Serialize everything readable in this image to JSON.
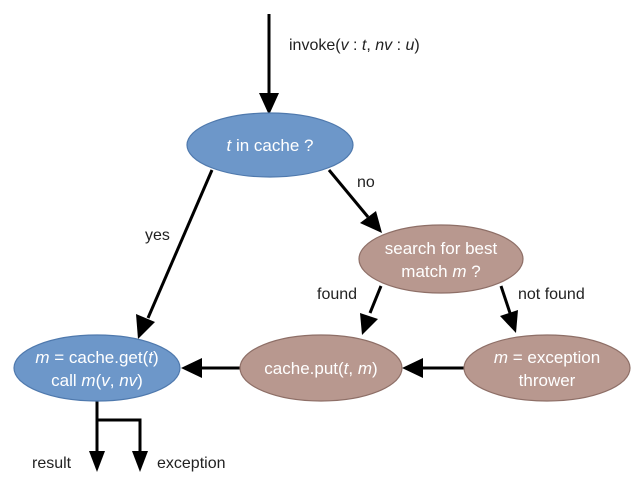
{
  "colors": {
    "decision_blue": "#6d97c9",
    "action_brown": "#b8988f",
    "edge": "#000000",
    "label_text": "#222222",
    "node_text": "#ffffff"
  },
  "entry_label": [
    "invoke(",
    "v",
    " : ",
    "t",
    ", ",
    "nv",
    " : ",
    "u",
    ")"
  ],
  "nodes": {
    "t_in_cache": [
      "t",
      " in cache ?"
    ],
    "search_best_match_line1": "search for best",
    "search_best_match_line2": [
      "match ",
      "m",
      " ?"
    ],
    "cache_put": [
      "cache.put(",
      "t",
      ", ",
      "m",
      ")"
    ],
    "exception_thrower_line1": [
      "m",
      " = exception"
    ],
    "exception_thrower_line2": "thrower",
    "cache_get_line1": [
      "m",
      " = cache.get(",
      "t",
      ")"
    ],
    "cache_get_line2": [
      "call ",
      "m",
      "(",
      "v",
      ", ",
      "nv",
      ")"
    ]
  },
  "edges": {
    "no": "no",
    "yes": "yes",
    "found": "found",
    "not_found": "not found",
    "result": "result",
    "exception": "exception"
  }
}
